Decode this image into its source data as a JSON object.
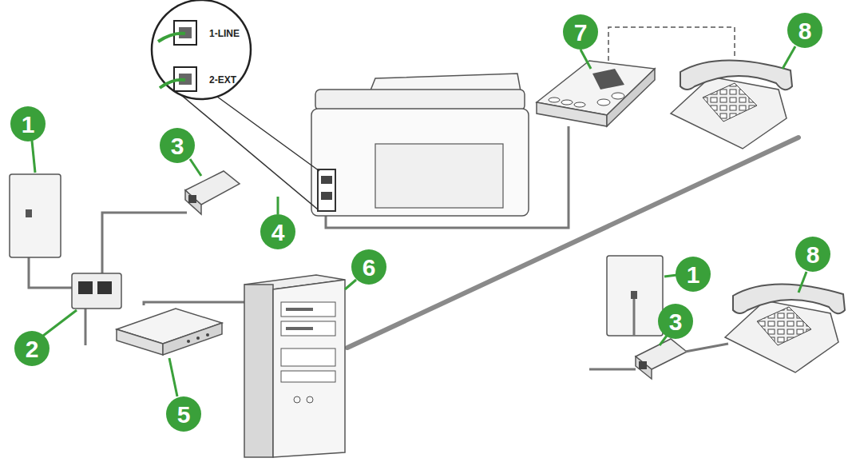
{
  "diagram": {
    "labels": [
      "1-LINE",
      "2-EXT",
      "1",
      "2",
      "3",
      "4",
      "5",
      "6",
      "7",
      "8",
      "1",
      "3",
      "8"
    ]
  }
}
